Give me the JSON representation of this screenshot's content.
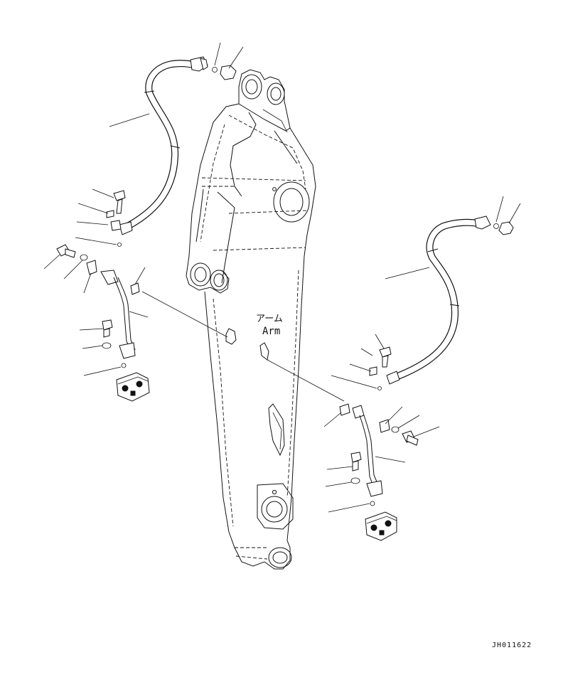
{
  "diagram": {
    "arm_label_jp": "アーム",
    "arm_label_en": "Arm",
    "drawing_code": "JH011622"
  }
}
